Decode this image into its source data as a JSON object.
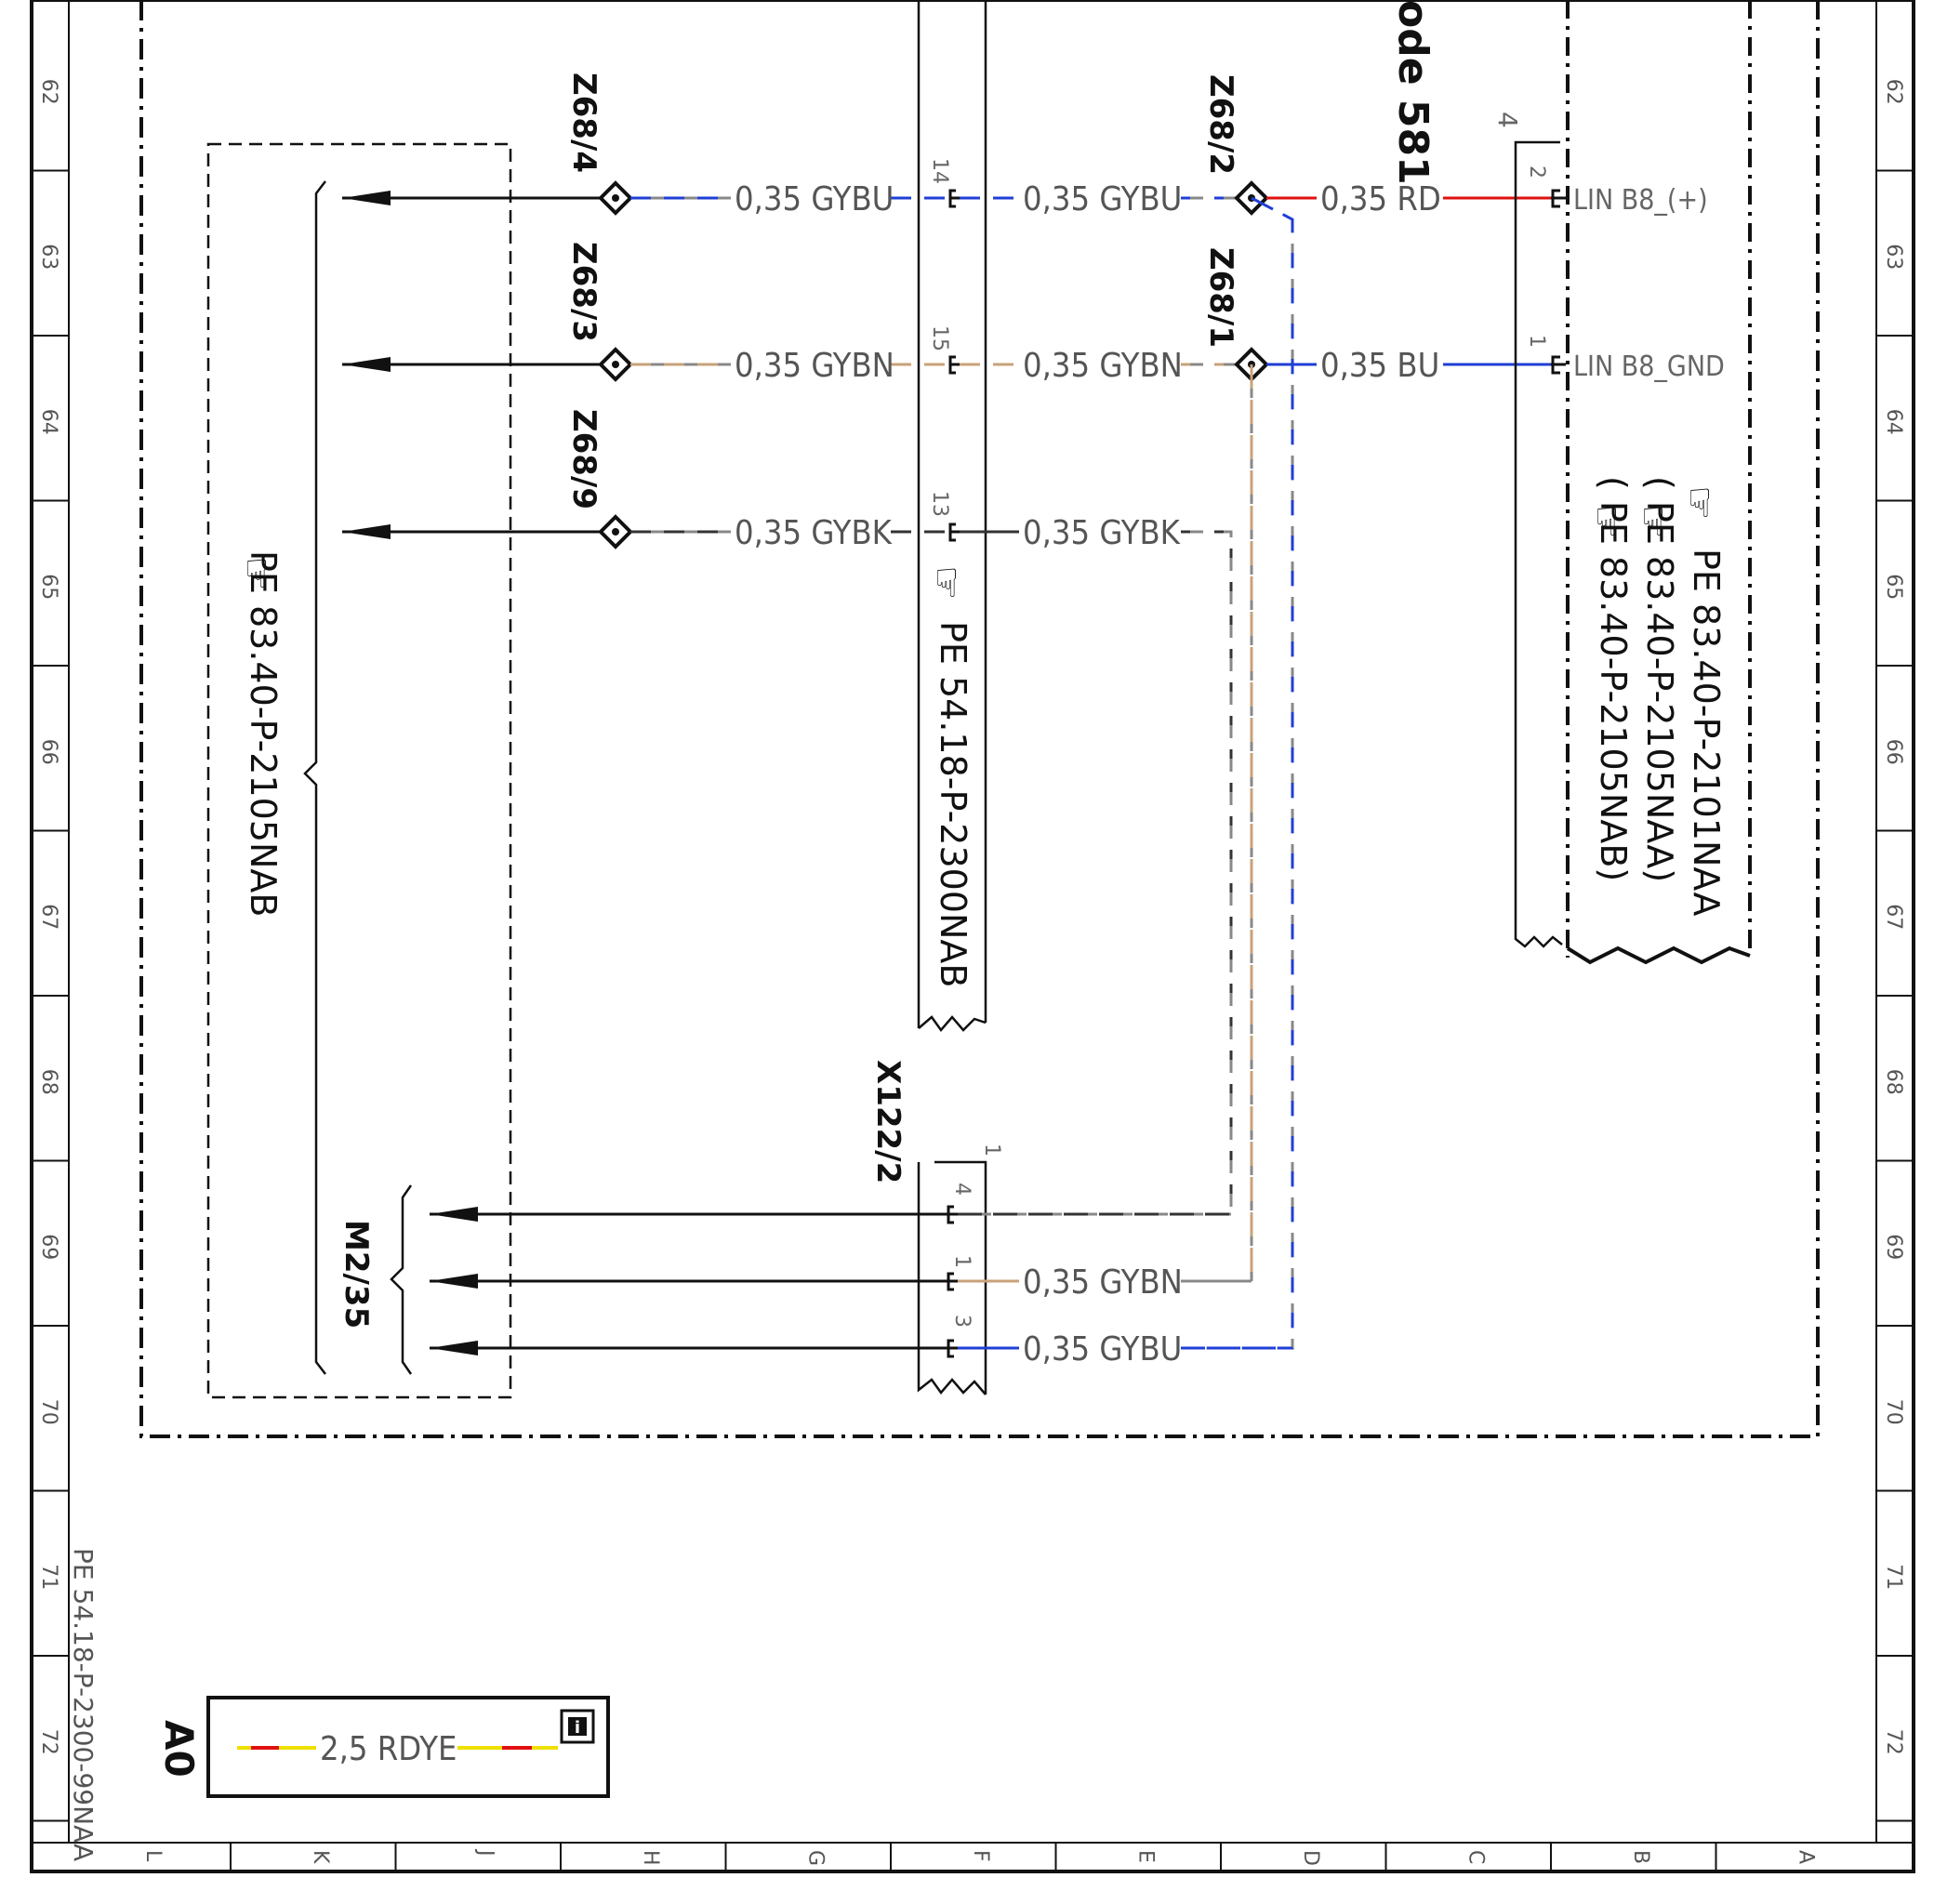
{
  "colors": {
    "gybu": "#1f3fd6",
    "gybn": "#c8a27a",
    "gybk": "#333333",
    "rd": "#e01010",
    "bu": "#1f3fd6",
    "gy": "#888888",
    "ye": "#f0e000"
  },
  "grid": {
    "rows": [
      "62",
      "63",
      "64",
      "65",
      "66",
      "67",
      "68",
      "69",
      "70",
      "71",
      "72"
    ],
    "cols": [
      "L",
      "K",
      "J",
      "H",
      "G",
      "F",
      "E",
      "D",
      "C",
      "B",
      "A"
    ]
  },
  "sheet": {
    "document_number": "PE 54.18-P-2300-99NAA",
    "top_label": "ode 581"
  },
  "splices": {
    "z68_4": "Z68/4",
    "z68_3": "Z68/3",
    "z68_9": "Z68/9",
    "z68_2": "Z68/2",
    "z68_1": "Z68/1"
  },
  "connector_x122": {
    "label": "X122/2",
    "pin_number_top": "1",
    "pins": [
      "4",
      "1",
      "3"
    ]
  },
  "connector_mid": {
    "pins": [
      "14",
      "15",
      "13"
    ]
  },
  "module_b8": {
    "pin_top": "4",
    "pins": [
      "2",
      "1"
    ],
    "signals": [
      "LIN B8_(+)",
      "LIN B8_GND"
    ]
  },
  "wires": {
    "left": [
      "0,35  GYBU",
      "0,35  GYBN",
      "0,35  GYBK"
    ],
    "mid": [
      "0,35  GYBU",
      "0,35  GYBN",
      "0,35  GYBK"
    ],
    "right": [
      "0,35  RD",
      "0,35  BU"
    ],
    "x122": [
      "0,35  GYBN",
      "0,35  GYBU"
    ]
  },
  "references": {
    "left_box": "PE  83.40-P-2105NAB",
    "mid": "PE  54.18-P-2300NAB",
    "right": [
      "PE  83.40-P-2101NAA",
      "(     PE  83.40-P-2105NAA)",
      "(     PE  83.40-P-2105NAB)"
    ],
    "m2": "M2/35"
  },
  "legend": {
    "label": "A0",
    "wire": "2,5  RDYE",
    "info_icon": "info-icon"
  }
}
